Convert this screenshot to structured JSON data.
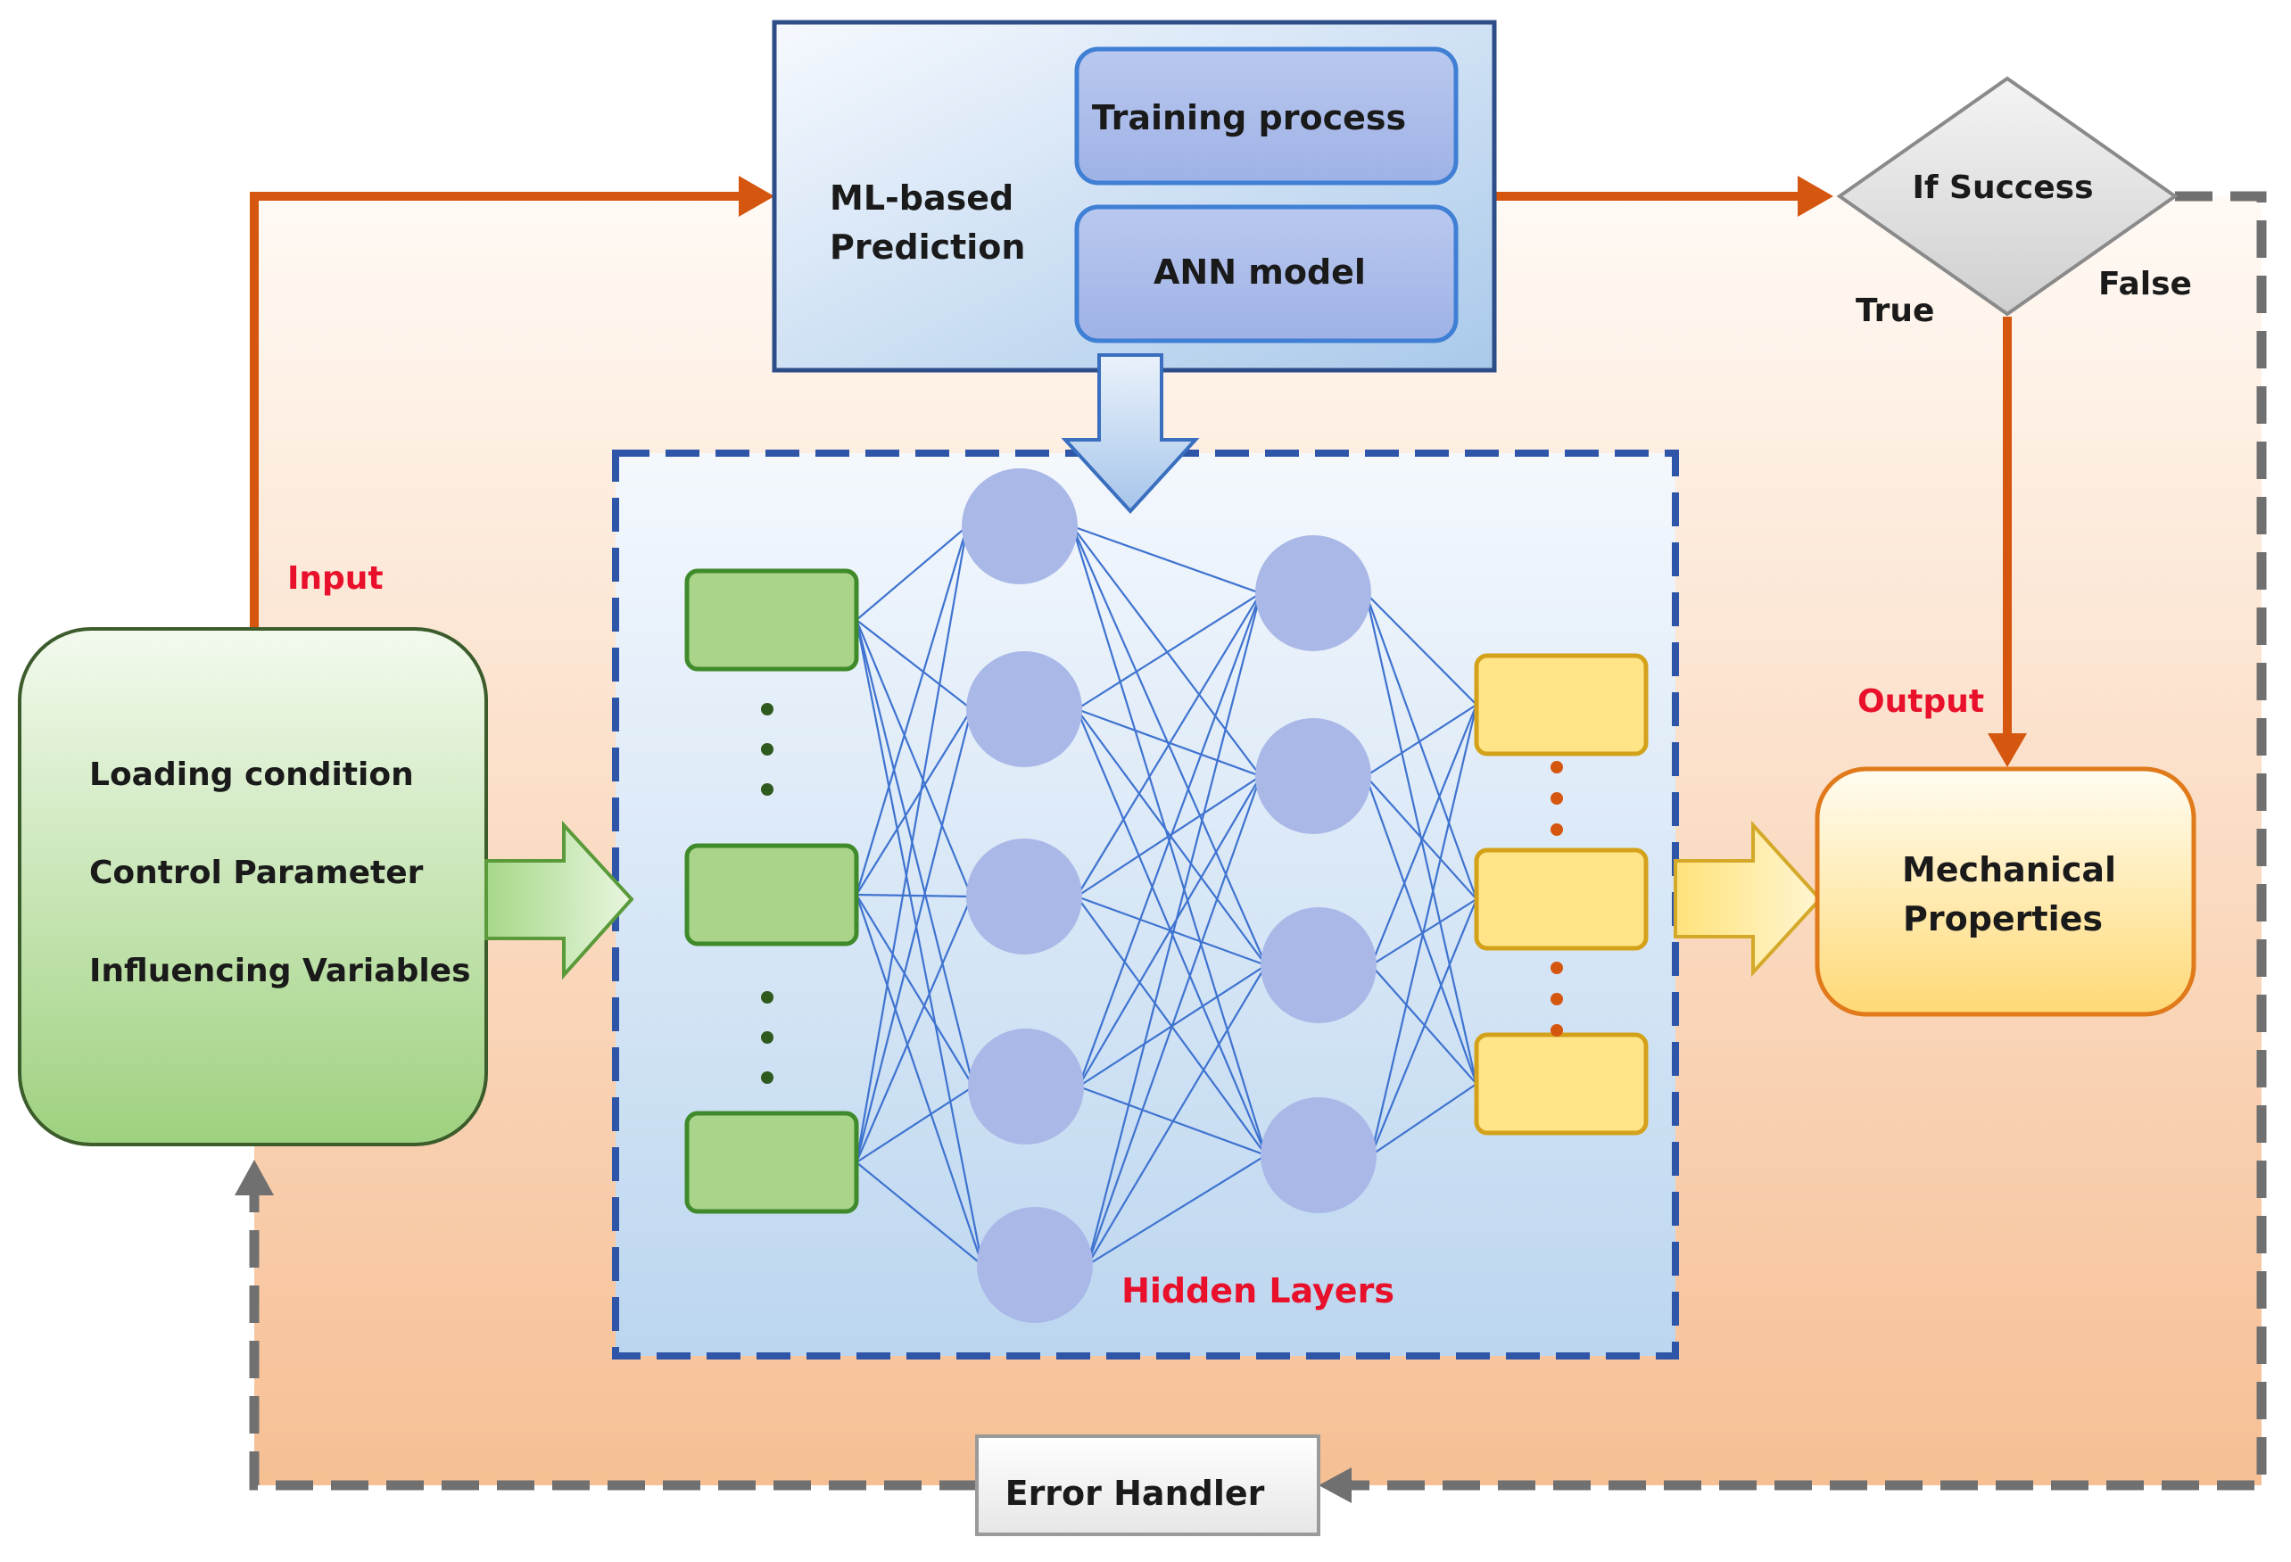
{
  "ml_box": {
    "title_line1": "ML-based",
    "title_line2": "Prediction",
    "training_label": "Training process",
    "model_label": "ANN model"
  },
  "decision": {
    "label": "If Success",
    "true_label": "True",
    "false_label": "False"
  },
  "input_block": {
    "tag": "Input",
    "items": [
      "Loading condition",
      "Control Parameter",
      "Influencing Variables"
    ]
  },
  "output_block": {
    "tag": "Output",
    "line1": "Mechanical",
    "line2": "Properties"
  },
  "network": {
    "hidden_label": "Hidden Layers"
  },
  "error_handler": {
    "label": "Error Handler"
  },
  "colors": {
    "flow_arrow": "#d4560f",
    "feedback_dash": "#707070",
    "network_border": "#2e55a8",
    "hidden_label": "#e8102a",
    "input_green": "#a9d48a",
    "output_yellow": "#ffe488",
    "neuron": "#aab8e8",
    "connection": "#3f73d0"
  }
}
